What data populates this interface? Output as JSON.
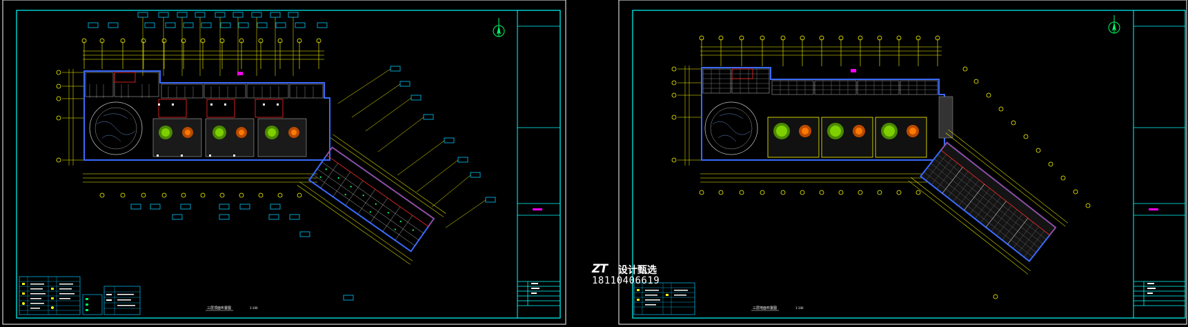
{
  "colors": {
    "background": "#000000",
    "frame": "#00ffff",
    "grid": "#ffff00",
    "wall": "#3a6bff",
    "accent_red": "#ff2a2a",
    "accent_magenta": "#ff00ff",
    "label_box": "#00c8ff",
    "ceiling_tile": "#c8c8c8",
    "tree_green": "#7fd000",
    "tree_orange": "#ff7a00",
    "outline_white": "#ffffff"
  },
  "watermark": {
    "logo": "ZT",
    "name": "设计甄选",
    "phone": "18110406619"
  },
  "sheets": [
    {
      "id": "left",
      "title_block_text": "三层顶面布置图",
      "scale_text": "1:100",
      "north_icon": "north-arrow-icon",
      "has_legend": true
    },
    {
      "id": "right",
      "title_block_text": "三层地面布置图",
      "scale_text": "1:100",
      "north_icon": "north-arrow-icon",
      "has_legend": true
    }
  ]
}
